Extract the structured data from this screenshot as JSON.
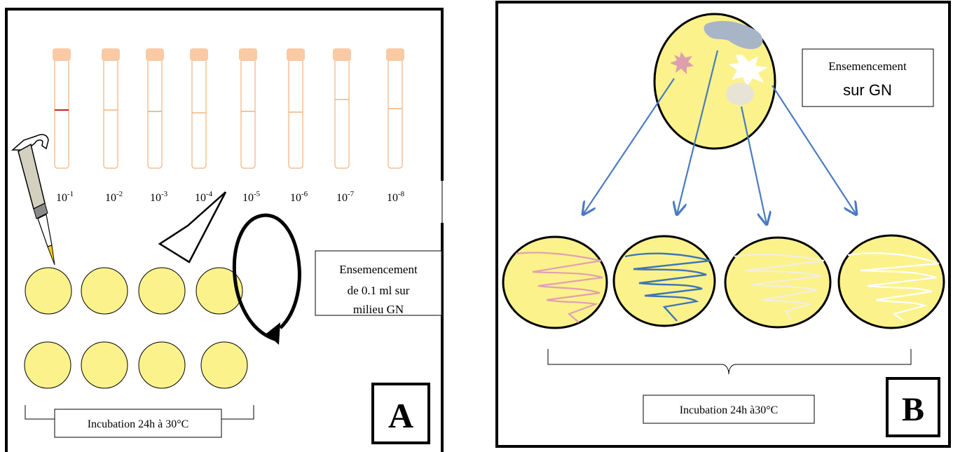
{
  "panel_a": {
    "letter": "A",
    "dilutions": [
      {
        "base": "10",
        "exp": "-1"
      },
      {
        "base": "10",
        "exp": "-2"
      },
      {
        "base": "10",
        "exp": "-3"
      },
      {
        "base": "10",
        "exp": "-4"
      },
      {
        "base": "10",
        "exp": "-5"
      },
      {
        "base": "10",
        "exp": "-6"
      },
      {
        "base": "10",
        "exp": "-7"
      },
      {
        "base": "10",
        "exp": "-8"
      }
    ],
    "seeding_box": {
      "line1": "Ensemencement",
      "line2": "de  0.1 ml sur",
      "line3": "milieu GN"
    },
    "incubation": "Incubation 24h à 30°C"
  },
  "panel_b": {
    "letter": "B",
    "seeding_box": {
      "line1": "Ensemencement",
      "line2": "sur GN"
    },
    "incubation": "Incubation 24h à30°C"
  },
  "colors": {
    "agar": "#fbf28c",
    "tube": "#f3b27c",
    "cap": "#f9caa4",
    "arrow": "#4a7bbf",
    "streak_pink": "#e0a0b4",
    "streak_blue": "#3f75b4"
  }
}
